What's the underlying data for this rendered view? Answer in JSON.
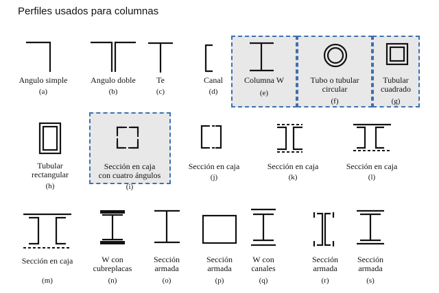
{
  "title": "Perfiles usados para columnas",
  "highlight_color": "#3c6fb0",
  "profiles": [
    {
      "letter": "(a)",
      "label": "Angulo simple"
    },
    {
      "letter": "(b)",
      "label": "Angulo doble"
    },
    {
      "letter": "(c)",
      "label": "Te"
    },
    {
      "letter": "(d)",
      "label": "Canal"
    },
    {
      "letter": "(e)",
      "label": "Columna W"
    },
    {
      "letter": "(f)",
      "label": "Tubo o tubular\ncircular"
    },
    {
      "letter": "(g)",
      "label": "Tubular\ncuadrado"
    },
    {
      "letter": "(h)",
      "label": "Tubular\nrectangular"
    },
    {
      "letter": "(i)",
      "label": "Sección en caja\ncon cuatro ángulos"
    },
    {
      "letter": "(j)",
      "label": "Sección en caja"
    },
    {
      "letter": "(k)",
      "label": "Sección en caja"
    },
    {
      "letter": "(l)",
      "label": "Sección en caja"
    },
    {
      "letter": "(m)",
      "label": "Sección en caja"
    },
    {
      "letter": "(n)",
      "label": "W con\ncubreplacas"
    },
    {
      "letter": "(o)",
      "label": "Sección\narmada"
    },
    {
      "letter": "(p)",
      "label": "Sección\narmada"
    },
    {
      "letter": "(q)",
      "label": "W con\ncanales"
    },
    {
      "letter": "(r)",
      "label": "Sección\narmada"
    },
    {
      "letter": "(s)",
      "label": "Sección\narmada"
    }
  ]
}
